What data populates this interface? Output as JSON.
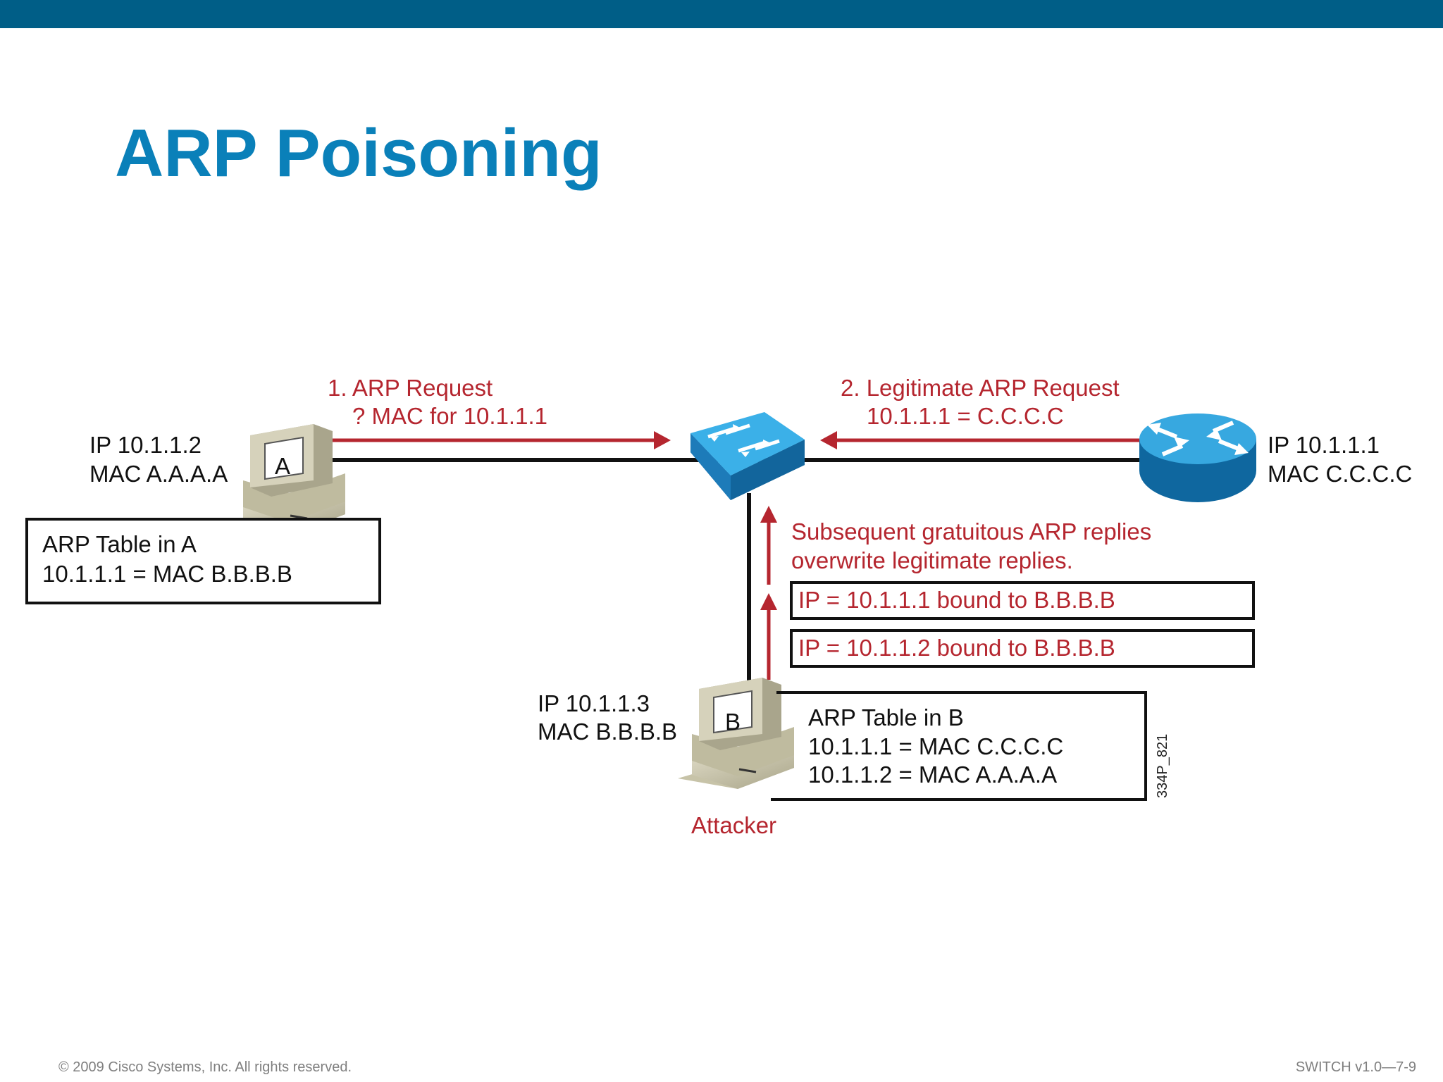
{
  "slide": {
    "title": "ARP Poisoning",
    "accent_color": "#005e87",
    "title_color": "#0a80b9",
    "arrow_color": "#b5262f"
  },
  "diagram": {
    "host_a": {
      "screen_letter": "A",
      "ip": "IP 10.1.1.2",
      "mac": "MAC A.A.A.A",
      "arp_table_title": "ARP Table in A",
      "arp_entries": [
        "10.1.1.1 = MAC B.B.B.B"
      ]
    },
    "router": {
      "ip": "IP 10.1.1.1",
      "mac": "MAC C.C.C.C"
    },
    "attacker": {
      "screen_letter": "B",
      "ip": "IP 10.1.1.3",
      "mac": "MAC B.B.B.B",
      "caption": "Attacker",
      "arp_table_title": "ARP Table in B",
      "arp_entries": [
        "10.1.1.1 = MAC C.C.C.C",
        "10.1.1.2 = MAC A.A.A.A"
      ]
    },
    "arp_request": {
      "line1": "1. ARP Request",
      "line2": "? MAC for 10.1.1.1"
    },
    "legit_reply": {
      "line1": "2. Legitimate ARP Request",
      "line2": "10.1.1.1 = C.C.C.C"
    },
    "gratuitous": {
      "line1": "Subsequent gratuitous ARP replies",
      "line2": "overwrite legitimate replies.",
      "bindings": [
        "IP = 10.1.1.1 bound to B.B.B.B",
        "IP = 10.1.1.2 bound to B.B.B.B"
      ]
    },
    "figure_id": "334P_821"
  },
  "footer": {
    "copyright": "© 2009 Cisco Systems, Inc. All rights reserved.",
    "course": "SWITCH v1.0—7-9"
  }
}
